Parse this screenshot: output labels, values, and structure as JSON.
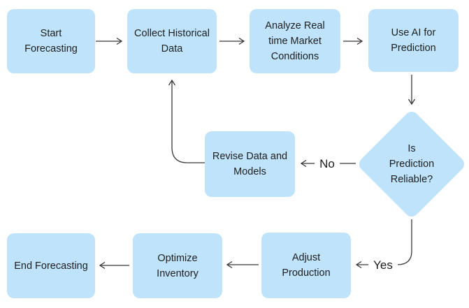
{
  "diagram": {
    "type": "flowchart",
    "background_color": "#FFFFFF",
    "node_fill_color": "#BEE3FA",
    "node_text_color": "#1E1E1E",
    "edge_color": "#383838",
    "nodes": [
      {
        "id": "start-forecasting",
        "shape": "rounded-rectangle",
        "label": "Start\nForecasting"
      },
      {
        "id": "collect-historical-data",
        "shape": "rounded-rectangle",
        "label": "Collect Historical\nData"
      },
      {
        "id": "analyze-market",
        "shape": "rounded-rectangle",
        "label": "Analyze Real\ntime Market\nConditions"
      },
      {
        "id": "use-ai-prediction",
        "shape": "rounded-rectangle",
        "label": "Use AI for\nPrediction"
      },
      {
        "id": "is-prediction-reliable",
        "shape": "diamond",
        "label": "Is\nPrediction\nReliable?"
      },
      {
        "id": "revise-data-models",
        "shape": "rounded-rectangle",
        "label": "Revise Data and\nModels"
      },
      {
        "id": "adjust-production",
        "shape": "rounded-rectangle",
        "label": "Adjust\nProduction"
      },
      {
        "id": "optimize-inventory",
        "shape": "rounded-rectangle",
        "label": "Optimize\nInventory"
      },
      {
        "id": "end-forecasting",
        "shape": "rounded-rectangle",
        "label": "End Forecasting"
      }
    ],
    "edges": [
      {
        "from": "start-forecasting",
        "to": "collect-historical-data",
        "label": ""
      },
      {
        "from": "collect-historical-data",
        "to": "analyze-market",
        "label": ""
      },
      {
        "from": "analyze-market",
        "to": "use-ai-prediction",
        "label": ""
      },
      {
        "from": "use-ai-prediction",
        "to": "is-prediction-reliable",
        "label": ""
      },
      {
        "from": "is-prediction-reliable",
        "to": "revise-data-models",
        "label": "No"
      },
      {
        "from": "revise-data-models",
        "to": "collect-historical-data",
        "label": ""
      },
      {
        "from": "is-prediction-reliable",
        "to": "adjust-production",
        "label": "Yes"
      },
      {
        "from": "adjust-production",
        "to": "optimize-inventory",
        "label": ""
      },
      {
        "from": "optimize-inventory",
        "to": "end-forecasting",
        "label": ""
      }
    ]
  }
}
